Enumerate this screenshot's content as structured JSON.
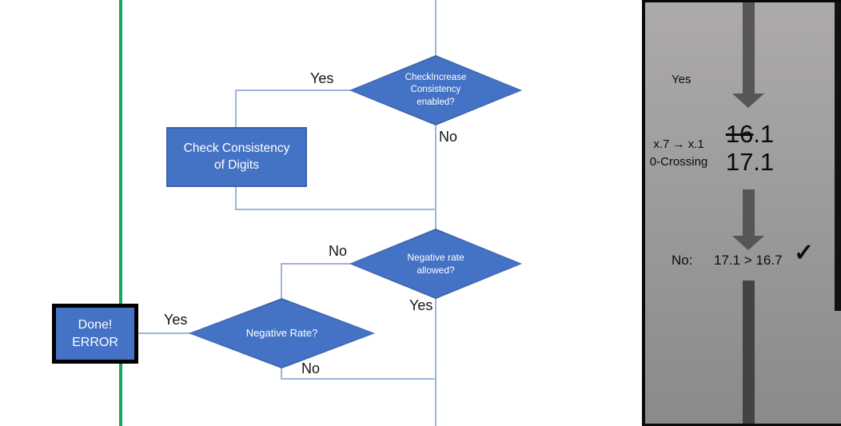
{
  "colors": {
    "shape_fill": "#4472c4",
    "shape_border": "#3d63ab",
    "connector": "#9fb4da",
    "green": "#18a85b",
    "panel_top": "#adaaaa",
    "panel_bottom": "#8b8989",
    "arrow": "#585555",
    "bar": "#454242"
  },
  "flowchart": {
    "decision_check_increase": {
      "text": "CheckIncrease Consistency enabled?",
      "yes_label": "Yes",
      "no_label": "No"
    },
    "process_check_consistency": {
      "text": "Check Consistency of Digits"
    },
    "decision_negative_rate_allowed": {
      "text": "Negative rate allowed?",
      "no_label": "No",
      "yes_label": "Yes"
    },
    "decision_negative_rate": {
      "text": "Negative Rate?",
      "yes_label": "Yes",
      "no_label": "No"
    },
    "terminator_done_error": {
      "line1": "Done!",
      "line2": "ERROR"
    }
  },
  "side_panel": {
    "branch_label": "Yes",
    "note_line1": "x.7 → x.1",
    "note_line2": "0-Crossing",
    "old_value_struck": "16",
    "old_value_rest": ".1",
    "new_value": "17.1",
    "result_prefix": "No:",
    "result_comparison": "17.1 > 16.7",
    "result_checkmark": "✓"
  }
}
